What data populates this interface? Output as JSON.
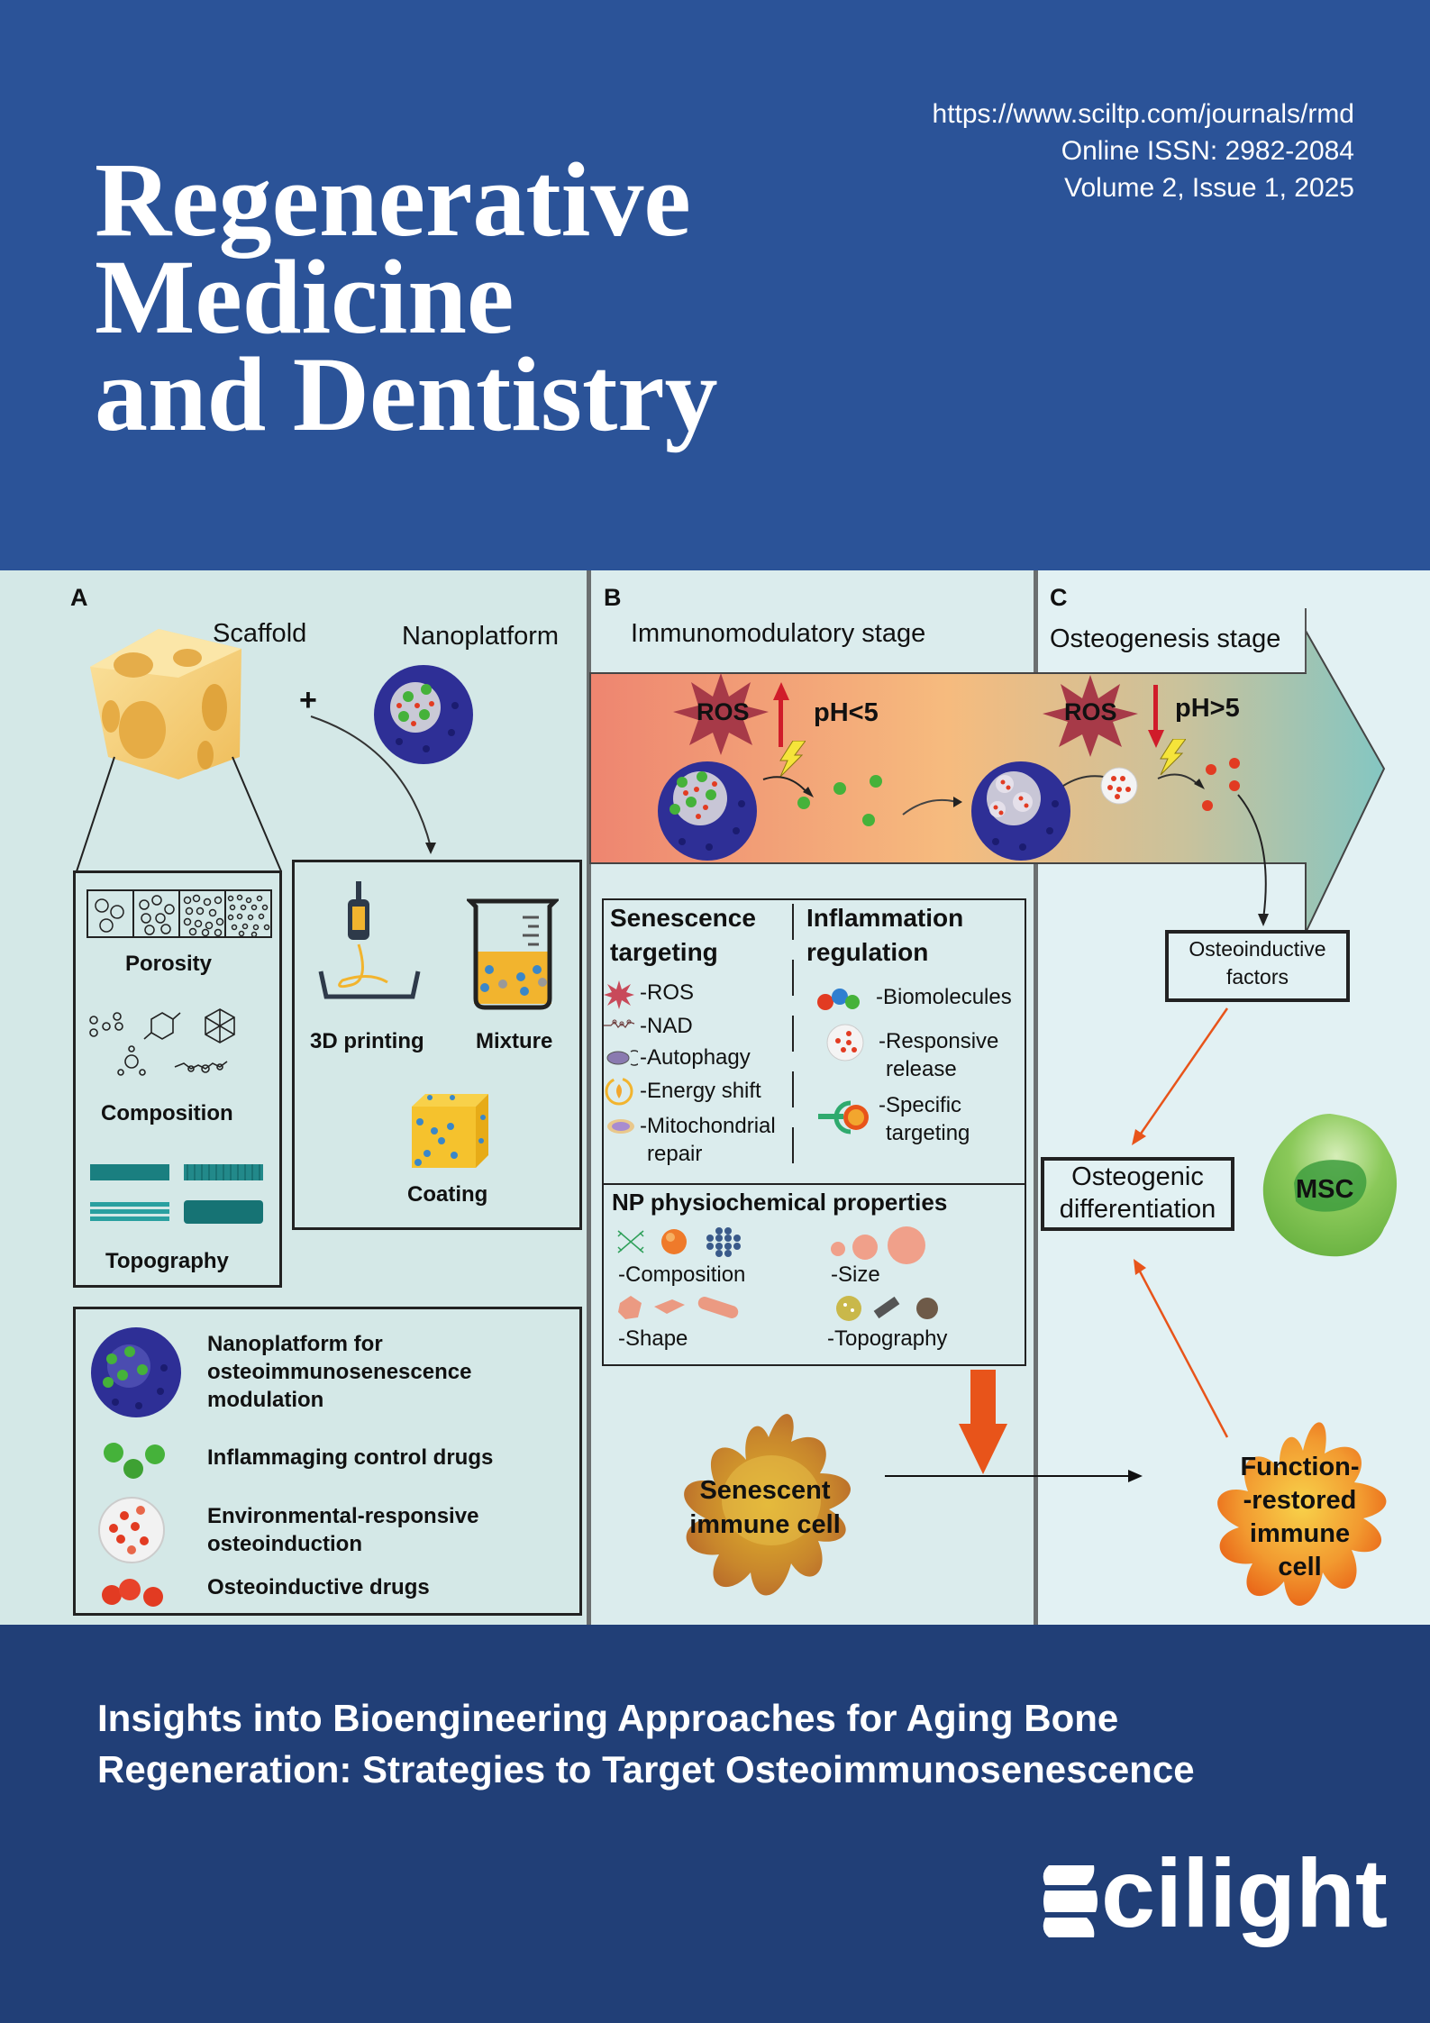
{
  "header": {
    "journal_title_lines": [
      "Regenerative",
      "Medicine",
      "and Dentistry"
    ],
    "url": "https://www.sciltp.com/journals/rmd",
    "issn": "Online ISSN: 2982-2084",
    "volume_issue": "Volume 2, Issue 1, 2025",
    "background_color": "#2b5398"
  },
  "figure": {
    "panel_a": {
      "letter": "A",
      "scaffold_label": "Scaffold",
      "plus": "+",
      "nanoplatform_label": "Nanoplatform",
      "scaffold_properties": [
        "Porosity",
        "Composition",
        "Topography"
      ],
      "fabrication_methods": [
        "3D printing",
        "Mixture",
        "Coating"
      ],
      "legend": [
        {
          "icon": "nanoplatform-sphere-icon",
          "label_lines": [
            "Nanoplatform for",
            "osteoimmunosenescence",
            "modulation"
          ]
        },
        {
          "icon": "green-drug-particles-icon",
          "label_lines": [
            "Inflammaging control drugs"
          ]
        },
        {
          "icon": "responsive-vesicle-icon",
          "label_lines": [
            "Environmental-responsive",
            "osteoinduction"
          ]
        },
        {
          "icon": "red-drug-particles-icon",
          "label_lines": [
            "Osteoinductive drugs"
          ]
        }
      ]
    },
    "panel_b": {
      "letter": "B",
      "stage_label": "Immunomodulatory stage",
      "ros_label": "ROS",
      "ros_direction": "up",
      "ph_label": "pH<5",
      "senescence": {
        "title_lines": [
          "Senescence",
          "targeting"
        ],
        "items": [
          {
            "icon": "ros-star-icon",
            "lines": [
              "-ROS"
            ]
          },
          {
            "icon": "nad-chain-icon",
            "lines": [
              "-NAD"
            ]
          },
          {
            "icon": "autophagy-icon",
            "lines": [
              "-Autophagy"
            ]
          },
          {
            "icon": "energy-shift-icon",
            "lines": [
              "-Energy shift"
            ]
          },
          {
            "icon": "mitochondria-icon",
            "lines": [
              "-Mitochondrial",
              "repair"
            ]
          }
        ]
      },
      "inflammation": {
        "title_lines": [
          "Inflammation",
          "regulation"
        ],
        "items": [
          {
            "icon": "biomolecules-icon",
            "lines": [
              "-Biomolecules"
            ]
          },
          {
            "icon": "responsive-release-icon",
            "lines": [
              "-Responsive",
              "release"
            ]
          },
          {
            "icon": "specific-targeting-icon",
            "lines": [
              "-Specific",
              "targeting"
            ]
          }
        ]
      },
      "np_properties": {
        "title": "NP physiochemical properties",
        "items": [
          "-Composition",
          "-Size",
          "-Shape",
          "-Topography"
        ]
      },
      "senescent_cell_lines": [
        "Senescent",
        "immune cell"
      ]
    },
    "panel_c": {
      "letter": "C",
      "stage_label": "Osteogenesis stage",
      "ros_label": "ROS",
      "ros_direction": "down",
      "ph_label": "pH>5",
      "osteoinductive_factors_lines": [
        "Osteoinductive",
        "factors"
      ],
      "osteogenic_differentiation_lines": [
        "Osteogenic",
        "differentiation"
      ],
      "msc_label": "MSC",
      "restored_cell_lines": [
        "Function-",
        "-restored",
        "immune",
        "cell"
      ]
    },
    "colors": {
      "gradient_start": "#ee8570",
      "gradient_mid": "#f6bb7e",
      "gradient_end": "#8cc6c1",
      "nanoplatform_blue": "#2e2f96",
      "drug_green": "#45b23a",
      "drug_red": "#e23b22",
      "arrow_orange": "#e8541a",
      "msc_green": "#7dc14f"
    }
  },
  "footer": {
    "article_title_lines": [
      "Insights into Bioengineering Approaches for Aging Bone",
      "Regeneration: Strategies to Target Osteoimmunosenescence"
    ],
    "publisher": "cilight",
    "background_color": "#213f77"
  }
}
